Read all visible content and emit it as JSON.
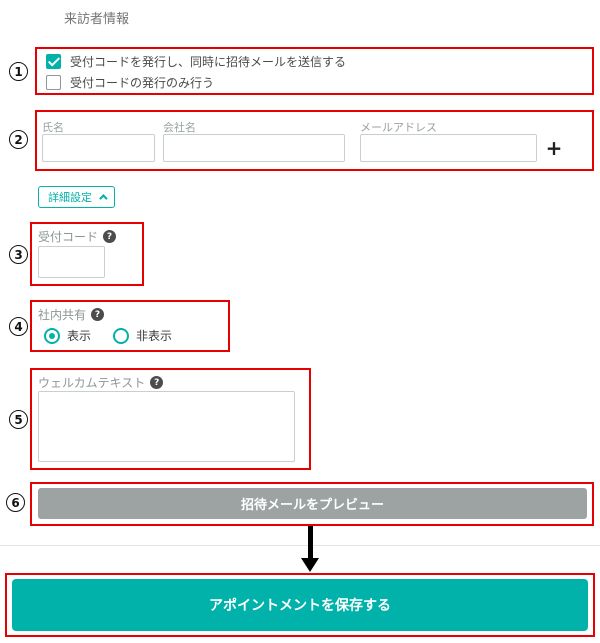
{
  "page": {
    "title": "来訪者情報"
  },
  "annotations": {
    "n1": "1",
    "n2": "2",
    "n3": "3",
    "n4": "4",
    "n5": "5",
    "n6": "6"
  },
  "code_options": {
    "send_mail": {
      "label": "受付コードを発行し、同時に招待メールを送信する",
      "checked": true
    },
    "code_only": {
      "label": "受付コードの発行のみ行う",
      "checked": false
    }
  },
  "visitor_form": {
    "name": {
      "label": "氏名",
      "value": ""
    },
    "company": {
      "label": "会社名",
      "value": ""
    },
    "email": {
      "label": "メールアドレス",
      "value": ""
    },
    "add_label": "+"
  },
  "advanced_settings": {
    "label": "詳細設定"
  },
  "reception_code": {
    "label": "受付コード",
    "help": "?",
    "value": ""
  },
  "internal_share": {
    "label": "社内共有",
    "help": "?",
    "show_label": "表示",
    "hide_label": "非表示",
    "selected": "表示"
  },
  "welcome_text": {
    "label": "ウェルカムテキスト",
    "help": "?",
    "value": ""
  },
  "preview_button": {
    "label": "招待メールをプレビュー"
  },
  "save_button": {
    "label": "アポイントメントを保存する"
  },
  "colors": {
    "accent_teal": "#00b2a9",
    "annotation_red": "#e60000",
    "preview_gray": "#9da3a3"
  }
}
